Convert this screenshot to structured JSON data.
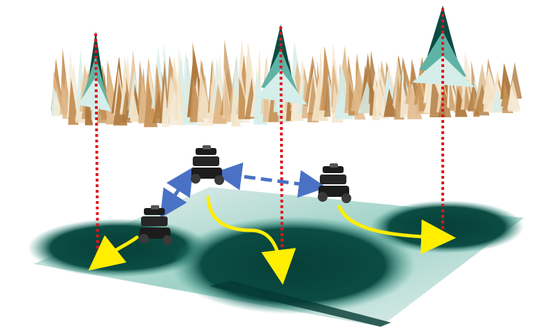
{
  "colors": {
    "background": "#ffffff",
    "surface_peak": "#0b4a42",
    "surface_mid": "#5fb3a5",
    "surface_light": "#d6eeea",
    "surface_tan": "#c8955a",
    "surface_cream": "#f3e2c4",
    "floor_dark": "#073f37",
    "floor_mid": "#2f8c7d",
    "floor_light": "#eef3f2",
    "projection_line": "#e0151b",
    "communication_arrow": "#4a72c4",
    "motion_arrow": "#ffee00",
    "robot_body": "#1c1c1c"
  },
  "scene": {
    "robots": [
      {
        "name": "robot-top",
        "role": "center"
      },
      {
        "name": "robot-right",
        "role": "right"
      },
      {
        "name": "robot-left",
        "role": "left"
      }
    ],
    "peaks": [
      "peak-left",
      "peak-center",
      "peak-right"
    ],
    "links": [
      {
        "from": "robot-top",
        "to": "robot-right",
        "style": "dashed"
      },
      {
        "from": "robot-top",
        "to": "robot-left",
        "style": "dashed"
      }
    ]
  }
}
